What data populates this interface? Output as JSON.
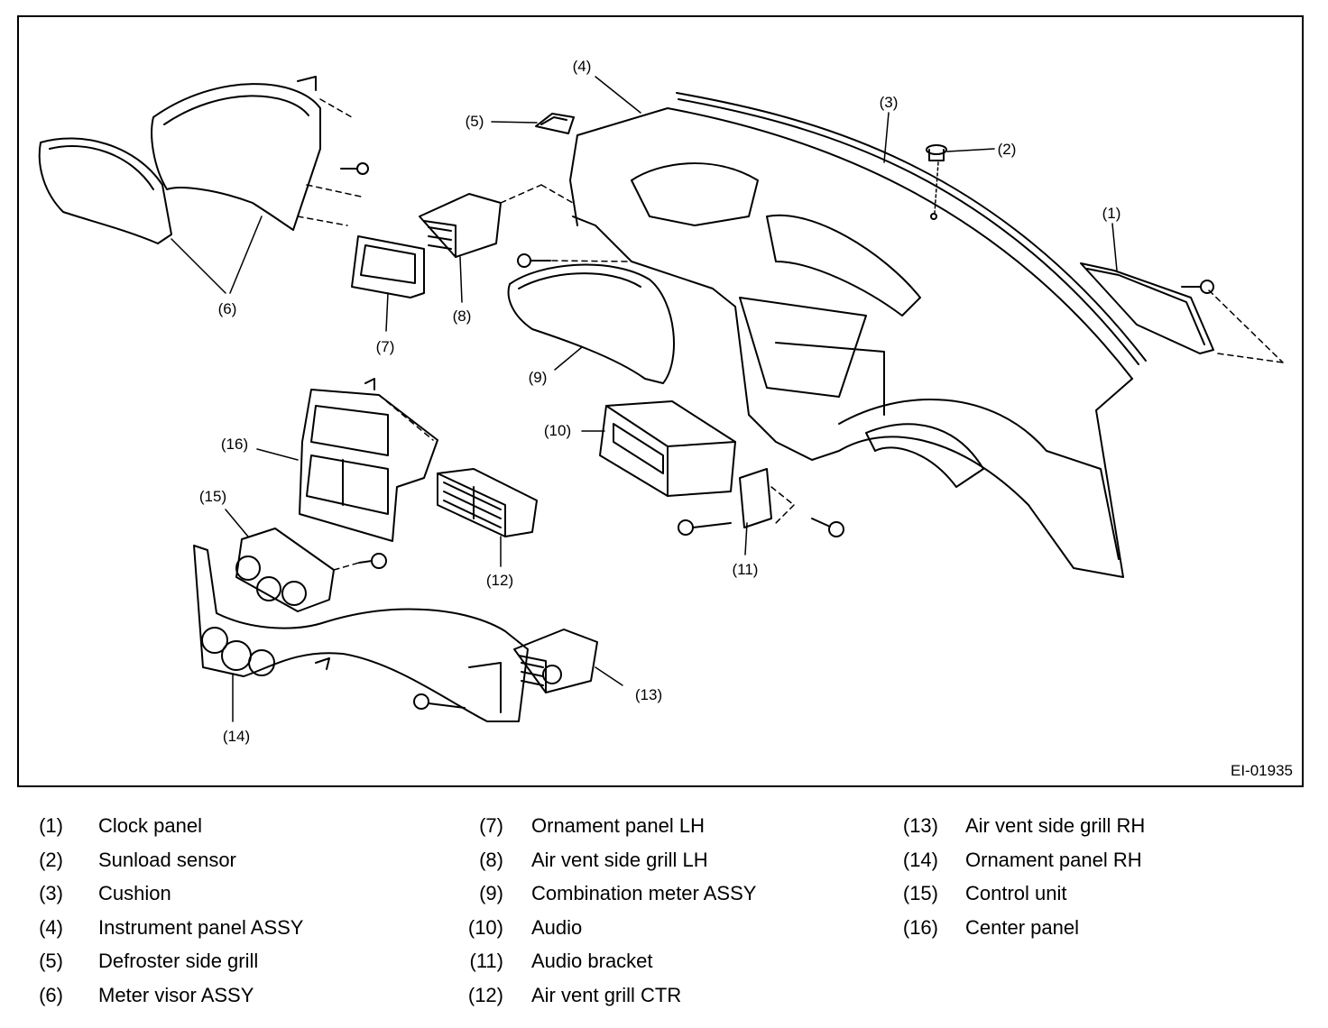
{
  "figure": {
    "code": "EI-01935",
    "callouts": [
      "(1)",
      "(2)",
      "(3)",
      "(4)",
      "(5)",
      "(6)",
      "(7)",
      "(8)",
      "(9)",
      "(10)",
      "(11)",
      "(12)",
      "(13)",
      "(14)",
      "(15)",
      "(16)"
    ]
  },
  "legend": [
    {
      "num": "(1)",
      "name": "Clock panel"
    },
    {
      "num": "(2)",
      "name": "Sunload sensor"
    },
    {
      "num": "(3)",
      "name": "Cushion"
    },
    {
      "num": "(4)",
      "name": "Instrument panel ASSY"
    },
    {
      "num": "(5)",
      "name": "Defroster side grill"
    },
    {
      "num": "(6)",
      "name": "Meter visor ASSY"
    },
    {
      "num": "(7)",
      "name": "Ornament panel LH"
    },
    {
      "num": "(8)",
      "name": "Air vent side grill LH"
    },
    {
      "num": "(9)",
      "name": "Combination meter ASSY"
    },
    {
      "num": "(10)",
      "name": "Audio"
    },
    {
      "num": "(11)",
      "name": "Audio bracket"
    },
    {
      "num": "(12)",
      "name": "Air vent grill CTR"
    },
    {
      "num": "(13)",
      "name": "Air vent side grill RH"
    },
    {
      "num": "(14)",
      "name": "Ornament panel RH"
    },
    {
      "num": "(15)",
      "name": "Control unit"
    },
    {
      "num": "(16)",
      "name": "Center panel"
    }
  ]
}
